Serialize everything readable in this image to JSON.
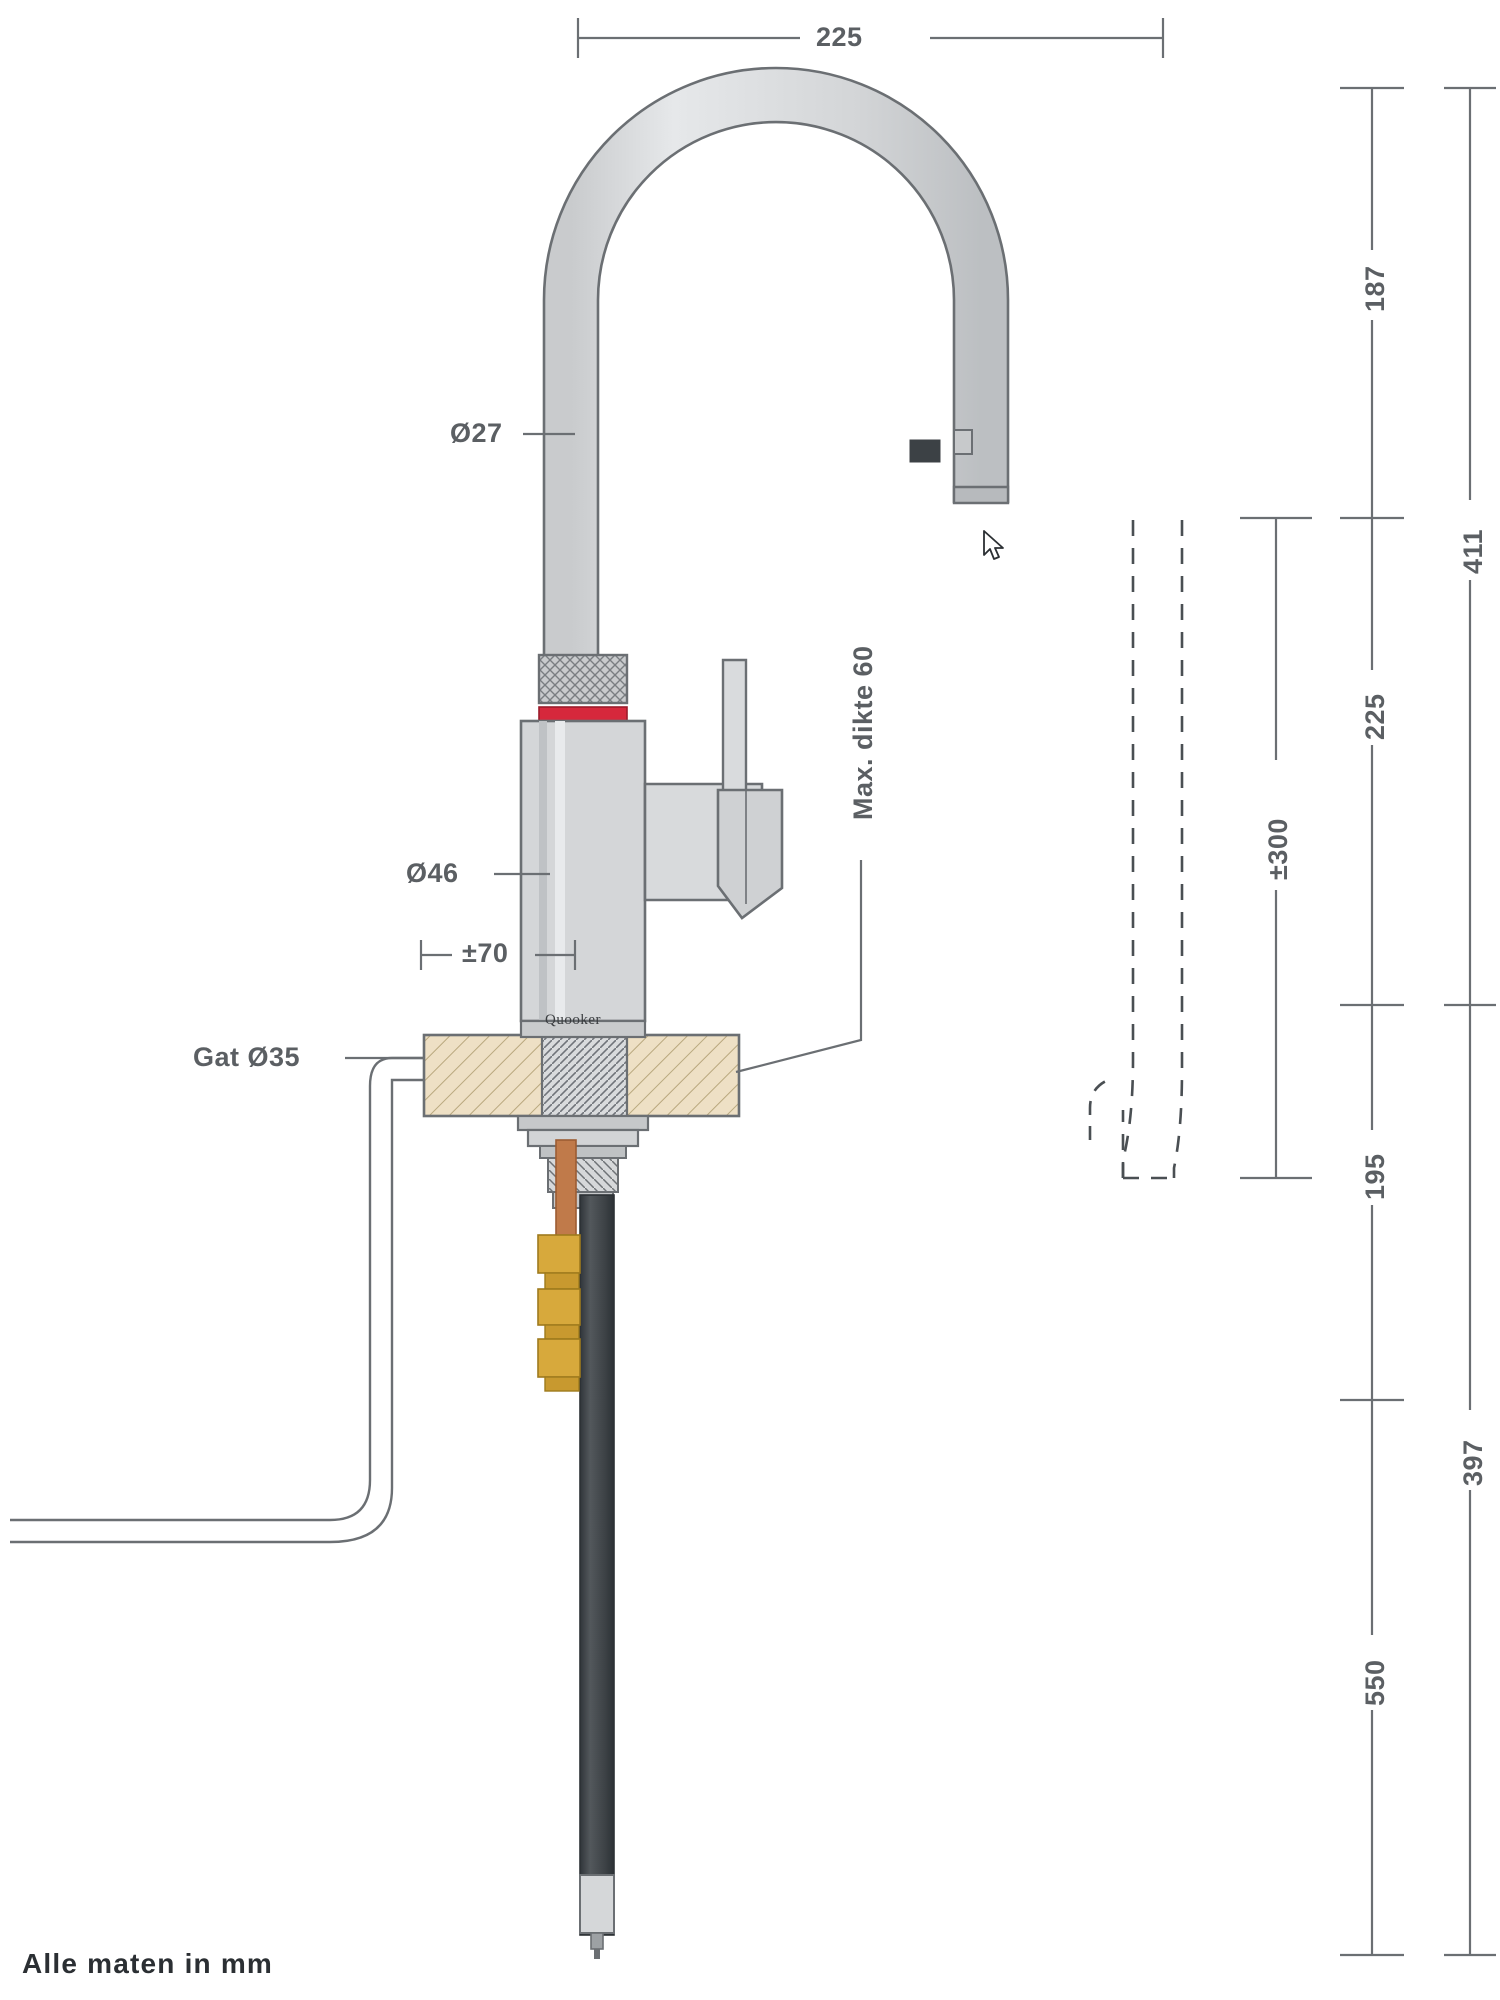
{
  "drawing": {
    "title_note": "Alle maten in mm",
    "brand": "Quooker",
    "colors": {
      "line": "#6b6f73",
      "dim_text": "#5b5f63",
      "body_fill": "#d4d6d8",
      "body_fill_light": "#dddfe1",
      "wood_fill": "#ecdfc4",
      "hatch": "#b9a87e",
      "red_ring": "#d6283c",
      "copper": "#c07a4a",
      "brass": "#d7a93c",
      "hose_dark": "#3f4447",
      "note_text": "#2b2f33"
    },
    "dimensions": {
      "top_width": "225",
      "spout_diameter": "Ø27",
      "body_diameter": "Ø46",
      "handle_offset": "±70",
      "hole_diameter": "Gat Ø35",
      "max_thickness": "Max. dikte 60",
      "right_187": "187",
      "right_225": "225",
      "right_195": "195",
      "right_550": "550",
      "right_411": "411",
      "right_397": "397",
      "inner_300": "±300"
    }
  }
}
